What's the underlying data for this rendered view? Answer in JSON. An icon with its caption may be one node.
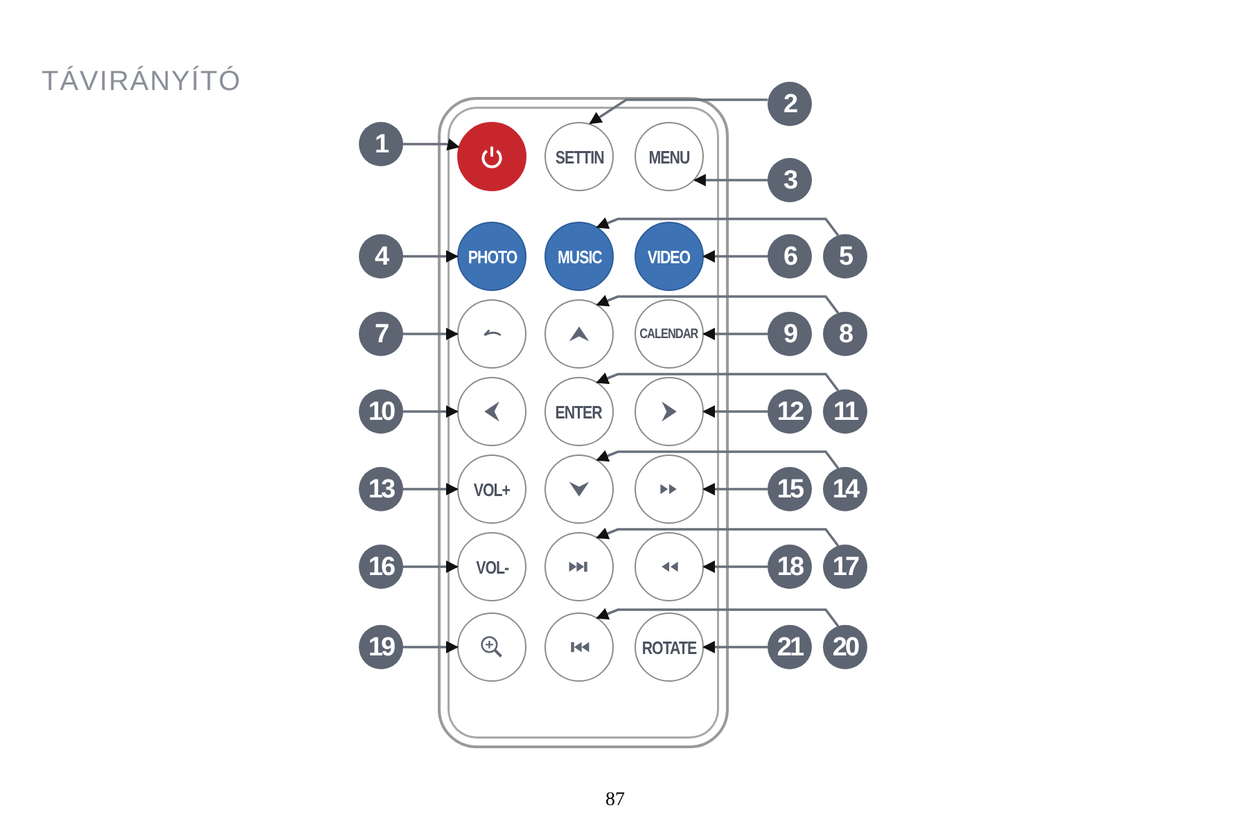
{
  "diagram": {
    "title": "TÁVIRÁNYÍTÓ",
    "nodes": [
      {
        "text": [],
        "shape": "box"
      },
      {
        "text": [],
        "shape": "circle",
        "in": 0
      },
      {
        "text": [
          "SETTIN"
        ],
        "in": 0
      },
      {
        "text": [
          "MENU"
        ],
        "in": 0
      },
      {
        "text": [
          "PHOTO"
        ],
        "in": 0
      },
      {
        "text": [
          "MUSIC"
        ],
        "in": 0
      },
      {
        "text": [
          "VIDEO"
        ],
        "in": 0
      },
      {
        "text": [],
        "shape": "circle",
        "in": 0
      },
      {
        "text": [],
        "shape": "circle",
        "in": 0
      },
      {
        "text": [
          "CALENDAR"
        ],
        "in": 0
      },
      {
        "text": [],
        "shape": "circle",
        "in": 0
      },
      {
        "text": [
          "ENTER"
        ],
        "in": 0
      },
      {
        "text": [],
        "shape": "circle",
        "in": 0
      },
      {
        "text": [
          "VOL+"
        ],
        "in": 0
      },
      {
        "text": [],
        "shape": "circle",
        "in": 0
      },
      {
        "text": [],
        "shape": "circle",
        "in": 0
      },
      {
        "text": [
          "VOL-"
        ],
        "in": 0
      },
      {
        "text": [],
        "shape": "circle",
        "in": 0
      },
      {
        "text": [],
        "shape": "circle",
        "in": 0
      },
      {
        "text": [],
        "shape": "circle",
        "in": 0
      },
      {
        "text": [],
        "shape": "circle",
        "in": 0
      },
      {
        "text": [
          "ROTATE"
        ],
        "in": 0
      },
      {
        "text": [
          "1"
        ]
      },
      {
        "text": [
          "2"
        ]
      },
      {
        "text": [
          "3"
        ]
      },
      {
        "text": [
          "4"
        ]
      },
      {
        "text": [
          "5"
        ]
      },
      {
        "text": [
          "6"
        ]
      },
      {
        "text": [
          "7"
        ]
      },
      {
        "text": [
          "8"
        ]
      },
      {
        "text": [
          "9"
        ]
      },
      {
        "text": [
          "10"
        ]
      },
      {
        "text": [
          "11"
        ]
      },
      {
        "text": [
          "12"
        ]
      },
      {
        "text": [
          "13"
        ]
      },
      {
        "text": [
          "14"
        ]
      },
      {
        "text": [
          "15"
        ]
      },
      {
        "text": [
          "16"
        ]
      },
      {
        "text": [
          "17"
        ]
      },
      {
        "text": [
          "18"
        ]
      },
      {
        "text": [
          "19"
        ]
      },
      {
        "text": [
          "20"
        ]
      },
      {
        "text": [
          "21"
        ]
      }
    ],
    "edges": [
      {
        "from": 22,
        "to": 1,
        "arrow": "to"
      },
      {
        "from": 23,
        "to": 2,
        "arrow": "to"
      },
      {
        "from": 24,
        "to": 3,
        "arrow": "to"
      },
      {
        "from": 25,
        "to": 4,
        "arrow": "to"
      },
      {
        "from": 26,
        "to": 5,
        "arrow": "to"
      },
      {
        "from": 27,
        "to": 6,
        "arrow": "to"
      },
      {
        "from": 28,
        "to": 7,
        "arrow": "to"
      },
      {
        "from": 29,
        "to": 8,
        "arrow": "to"
      },
      {
        "from": 30,
        "to": 9,
        "arrow": "to"
      },
      {
        "from": 31,
        "to": 10,
        "arrow": "to"
      },
      {
        "from": 32,
        "to": 11,
        "arrow": "to"
      },
      {
        "from": 33,
        "to": 12,
        "arrow": "to"
      },
      {
        "from": 34,
        "to": 13,
        "arrow": "to"
      },
      {
        "from": 35,
        "to": 14,
        "arrow": "to"
      },
      {
        "from": 36,
        "to": 15,
        "arrow": "to"
      },
      {
        "from": 37,
        "to": 16,
        "arrow": "to"
      },
      {
        "from": 38,
        "to": 17,
        "arrow": "to"
      },
      {
        "from": 39,
        "to": 18,
        "arrow": "to"
      },
      {
        "from": 40,
        "to": 19,
        "arrow": "to"
      },
      {
        "from": 41,
        "to": 20,
        "arrow": "to"
      },
      {
        "from": 42,
        "to": 21,
        "arrow": "to"
      }
    ],
    "labels": [
      "87"
    ]
  }
}
